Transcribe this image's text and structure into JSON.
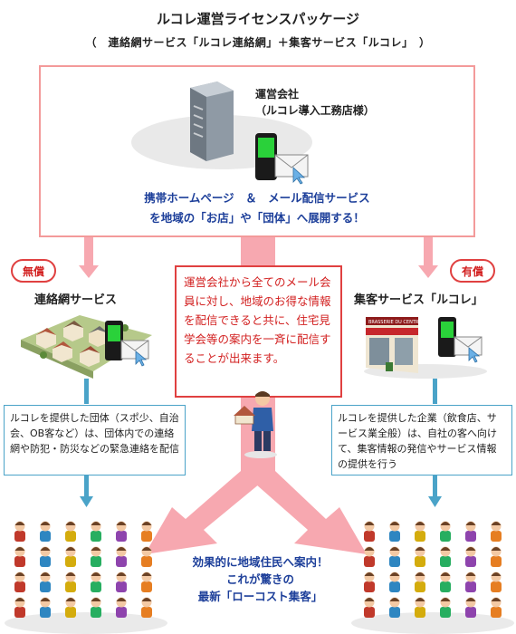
{
  "title": "ルコレ運営ライセンスパッケージ",
  "subtitle": "（　連絡網サービス「ルコレ連絡網」＋集客サービス「ルコレ」　）",
  "operator": {
    "line1": "運営会社",
    "line2": "（ルコレ導入工務店様）"
  },
  "top_message": {
    "line1": "携帯ホームページ　＆　メール配信サービス",
    "line2": "を地域の「お店」や「団体」へ展開する！"
  },
  "free_badge": "無償",
  "paid_badge": "有償",
  "left_service": "連絡網サービス",
  "right_service": "集客サービス「ルコレ」",
  "center_message": "運営会社から全てのメール会員に対し、地域のお得な情報を配信できると共に、住宅見学会等の案内を一斉に配信することが出来ます。",
  "left_description": "ルコレを提供した団体（スポ少、自治会、OB客など）は、団体内での連絡網や防犯・防災などの緊急連絡を配信",
  "right_description": "ルコレを提供した企業（飲食店、サービス業全般）は、自社の客へ向けて、集客情報の発信やサービス情報の提供を行う",
  "bottom_message": {
    "line1": "効果的に地域住民へ案内！",
    "line2": "これが驚きの",
    "line3": "最新「ローコスト集客」"
  },
  "store_sign": "BRASSERIE DU CENTRE",
  "colors": {
    "pink_arrow": "#f7a8b0",
    "blue_arrow": "#4aa3c8",
    "red": "#d21f1f",
    "navy": "#1d3f9a"
  }
}
